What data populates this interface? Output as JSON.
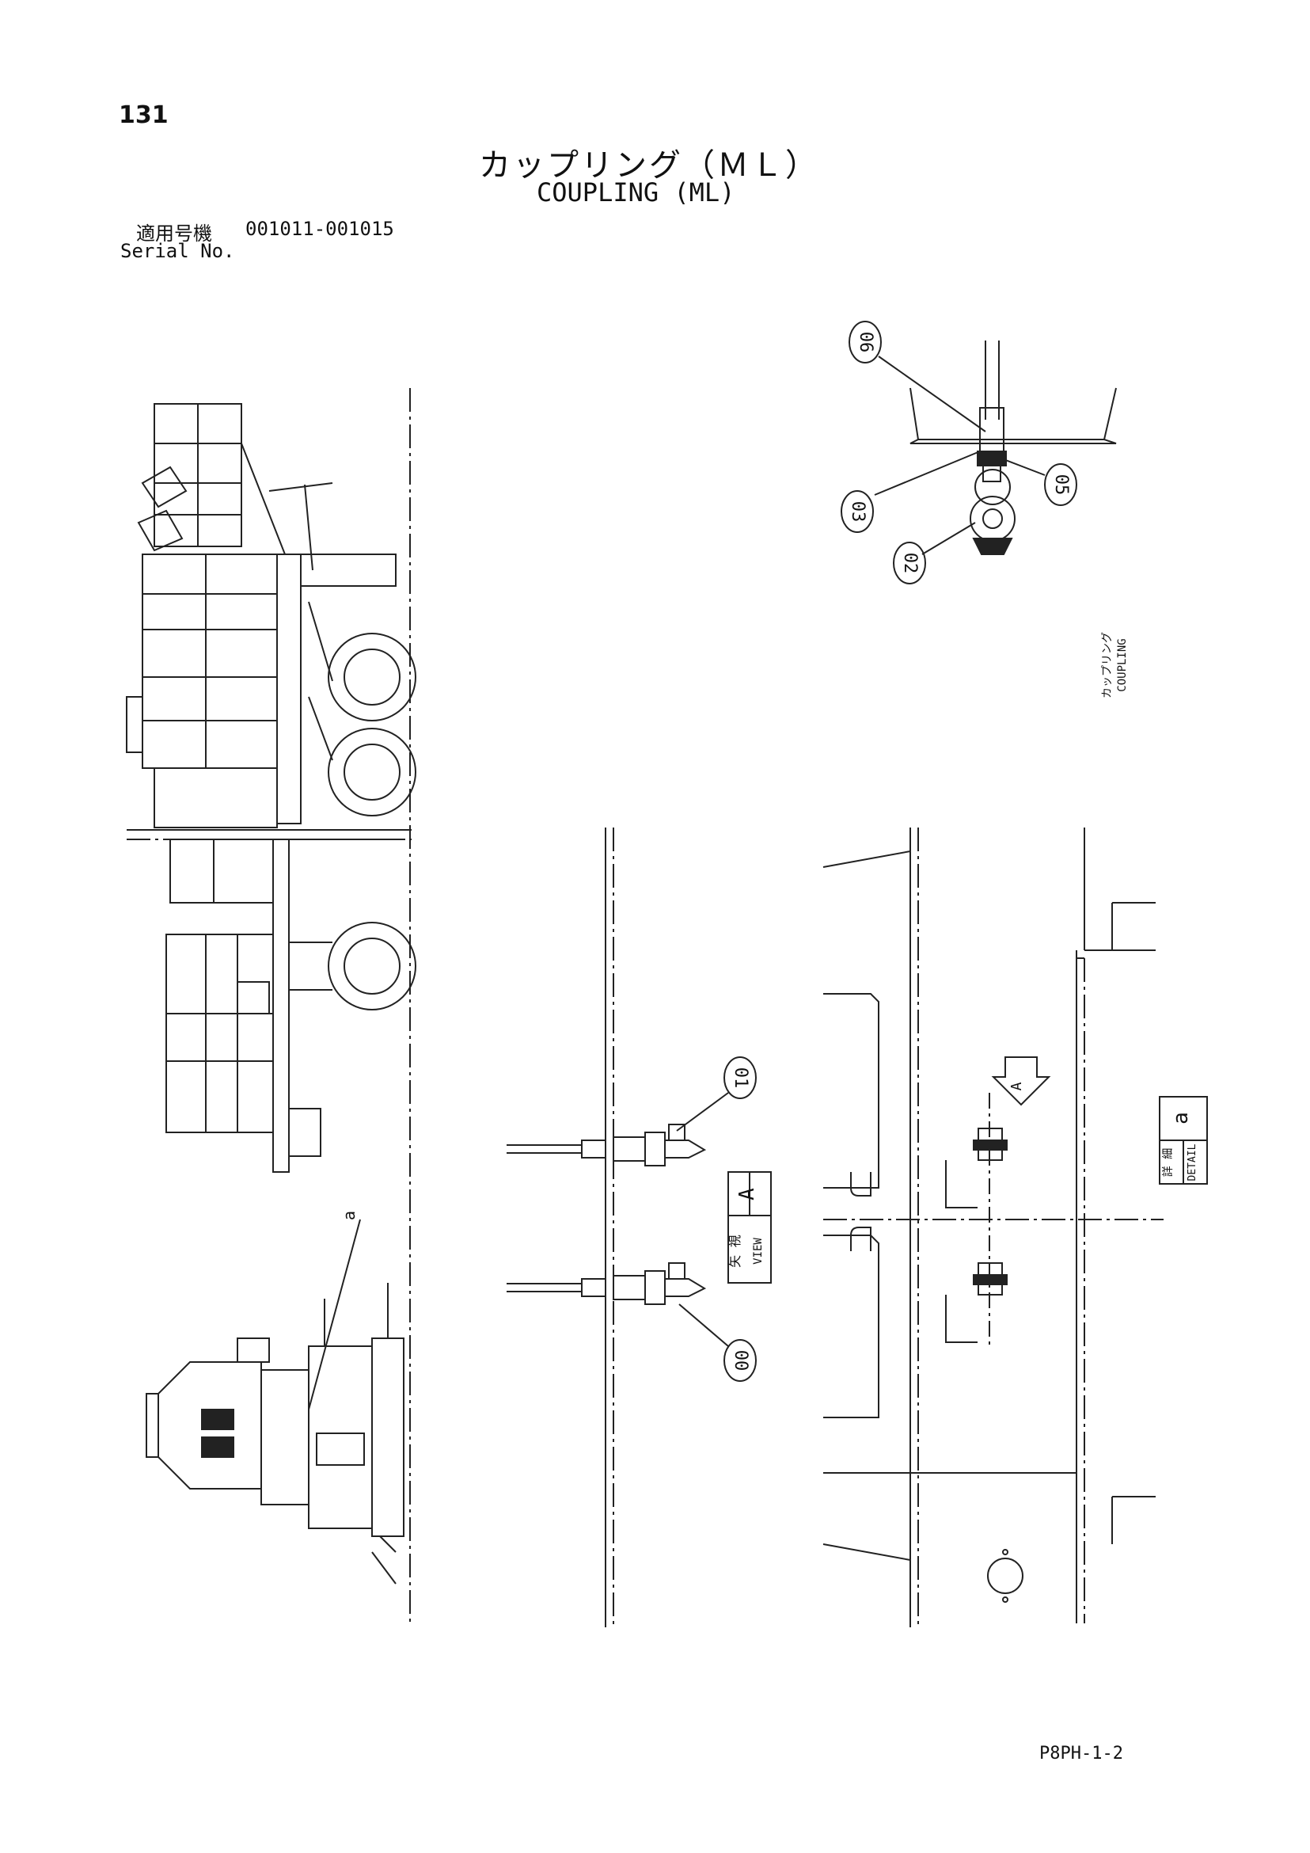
{
  "page_number": "131",
  "title_jp": "カップリング（ＭＬ）",
  "title_en": "COUPLING (ML)",
  "serial_label_jp": "適用号機",
  "serial_label_en": "Serial No.",
  "serial_range": "001011-001015",
  "doc_ref": "P8PH-1-2",
  "callouts": {
    "c00": "00",
    "c01": "01",
    "c02": "02",
    "c03": "03",
    "c05": "05",
    "c06": "06"
  },
  "caption_coupling_jp": "カップリング",
  "caption_coupling_en": "COUPLING",
  "view_label_jp": "矢 視",
  "view_label_en": "VIEW",
  "view_letter": "A",
  "arrow_letter": "A",
  "detail_label_jp": "詳 細",
  "detail_label_en": "DETAIL",
  "detail_letter": "a",
  "small_marker": "a"
}
